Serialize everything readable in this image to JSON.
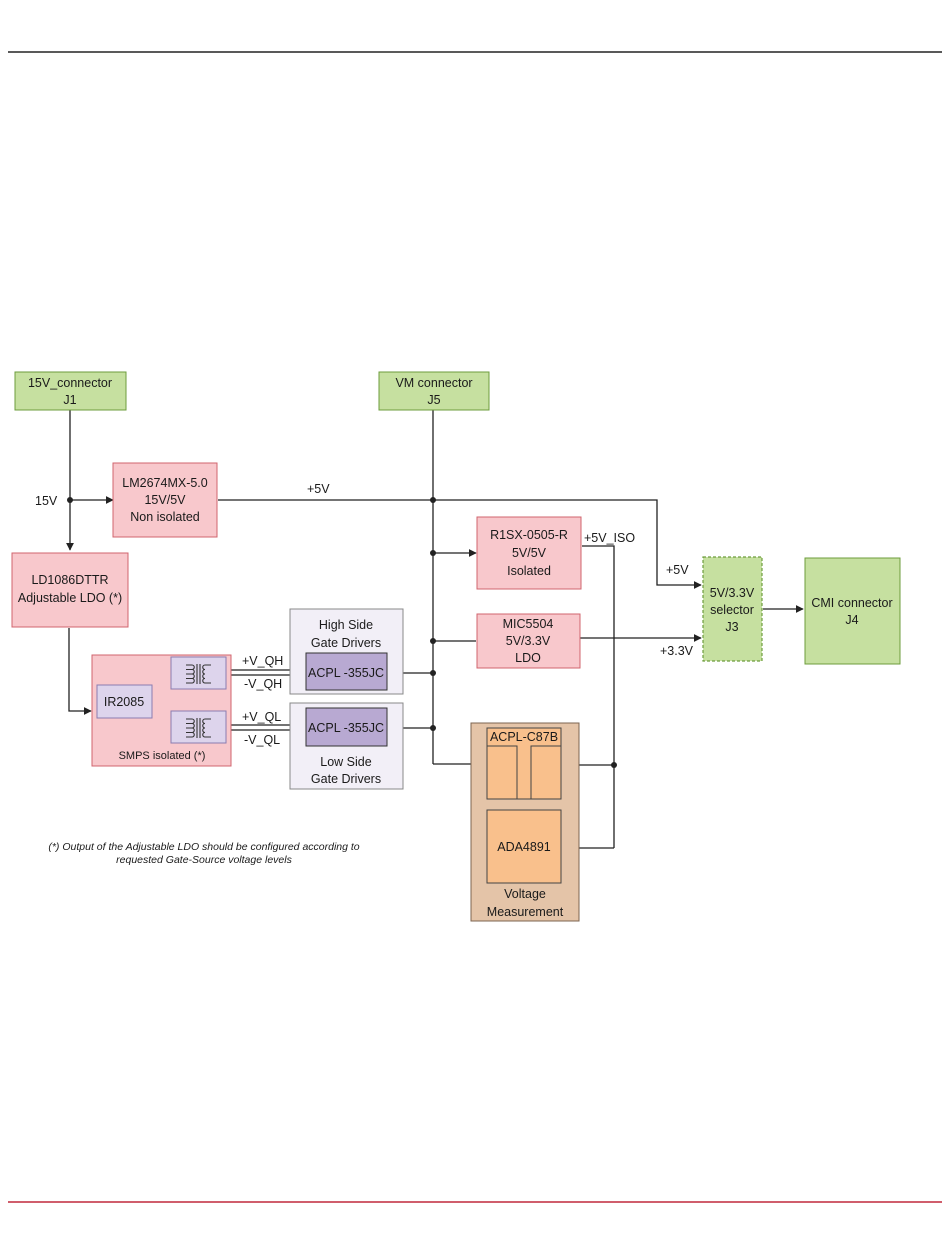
{
  "colors": {
    "green": "#c6e0a0",
    "green_border": "#6d9d3c",
    "pink": "#f8c8cc",
    "pink_border": "#d0646e",
    "lavender": "#ddd4ec",
    "lavender_border": "#8a7db0",
    "gate_bg": "#f2eff7",
    "gate_border": "#888888",
    "purple": "#b8a9d2",
    "orange": "#f9c08c",
    "orange_border": "#444444",
    "tan": "#e4c4a8",
    "tan_border": "#7c6450",
    "line": "#222222",
    "header_rule": "#222222",
    "footer_rule": "#c0283c"
  },
  "blocks": {
    "conn_15v": [
      "15V_connector",
      "J1"
    ],
    "conn_vm": [
      "VM connector",
      "J5"
    ],
    "lm2674": [
      "LM2674MX-5.0",
      "15V/5V",
      "Non isolated"
    ],
    "ld1086": [
      "LD1086DTTR",
      "Adjustable LDO (*)"
    ],
    "r1sx": [
      "R1SX-0505-R",
      "5V/5V",
      "Isolated"
    ],
    "mic5504": [
      "MIC5504",
      "5V/3.3V",
      "LDO"
    ],
    "selector": [
      "5V/3.3V",
      "selector",
      "J3"
    ],
    "cmi": [
      "CMI connector",
      "J4"
    ],
    "ir2085": "IR2085",
    "smps": "SMPS isolated (*)",
    "high_side": [
      "High Side",
      "Gate Drivers"
    ],
    "low_side": [
      "Low Side",
      "Gate Drivers"
    ],
    "acpl_355_top": "ACPL -355JC",
    "acpl_355_bottom": "ACPL -355JC",
    "acpl_c87b": "ACPL-C87B",
    "ada4891": "ADA4891",
    "voltage_measurement": [
      "Voltage",
      "Measurement"
    ]
  },
  "net_labels": {
    "v15": "15V",
    "v5_top": "+5V",
    "v5_iso": "+5V_ISO",
    "v5_sel": "+5V",
    "v33": "+3.3V",
    "vqh_pos": "+V_QH",
    "vqh_neg": "-V_QH",
    "vql_pos": "+V_QL",
    "vql_neg": "-V_QL"
  },
  "footnote": [
    "(*) Output of the Adjustable LDO should be configured according to",
    "requested Gate-Source voltage levels"
  ],
  "transformer_icon": "transformer-icon"
}
